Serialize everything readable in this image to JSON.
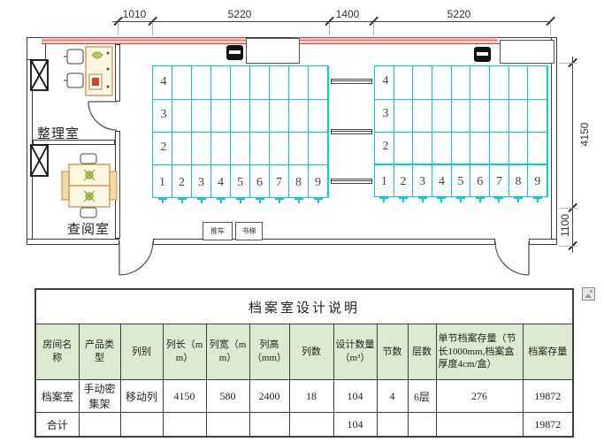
{
  "plan": {
    "dims_top": [
      "1010",
      "5220",
      "1400",
      "5220"
    ],
    "dims_right": [
      "4150",
      "1100"
    ],
    "room_labels": {
      "arranging": "整理室",
      "reading": "查阅室"
    },
    "equip_labels": {
      "cart": "推车",
      "ladder": "书梯"
    },
    "row_labels": [
      "4",
      "3",
      "2"
    ],
    "col_labels": [
      "1",
      "2",
      "3",
      "4",
      "5",
      "6",
      "7",
      "8",
      "9"
    ]
  },
  "table": {
    "title": "档案室设计说明",
    "headers": [
      "房间名称",
      "产品类型",
      "列别",
      "列长（mm）",
      "列宽（mm）",
      "列高（mm）",
      "列数",
      "设计数量（m³）",
      "节数",
      "层数",
      "单节档案存量（节长1000mm,档案盒厚度4cm/盒）",
      "档案存量"
    ],
    "data_row": [
      "档案室",
      "手动密集架",
      "移动列",
      "4150",
      "580",
      "2400",
      "18",
      "104",
      "4",
      "6层",
      "276",
      "19872"
    ],
    "total_row": [
      "合计",
      "",
      "",
      "",
      "",
      "",
      "",
      "104",
      "",
      "",
      "",
      "19872"
    ]
  },
  "colors": {
    "accent_red": "#c64444",
    "shelf_cyan": "#00d2d2",
    "header_green": "#dcead2"
  }
}
